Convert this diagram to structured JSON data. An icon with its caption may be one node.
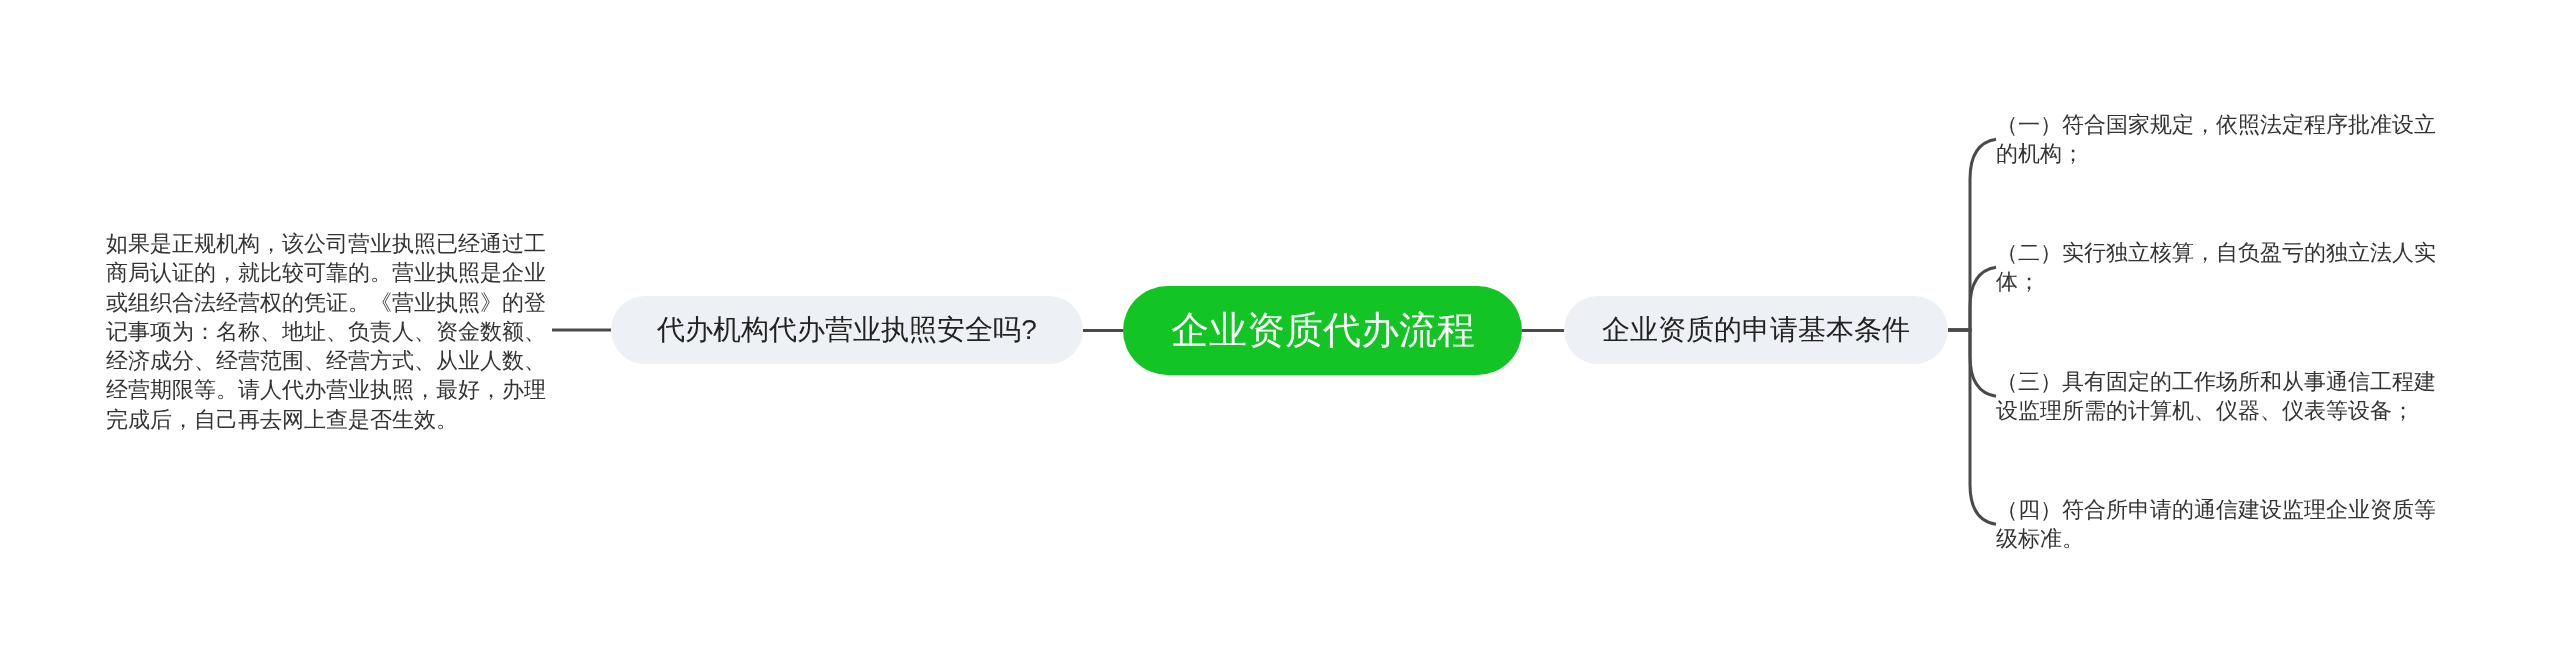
{
  "diagram": {
    "nodes": [
      {
        "text": [
          "企业资质代办流程"
        ]
      },
      {
        "text": [
          "代办机构代办营业执照安全吗?"
        ]
      },
      {
        "text": [
          "如果是正规机构，该公司营业执照已经通过工商局认证的，就比较可靠的。营业执照是企业或组织合法经营权的凭证。《营业执照》的登记事项为：名称、地址、负责人、资金数额、经济成分、经营范围、经营方式、从业人数、经营期限等。请人代办营业执照，最好，办理完成后，自己再去网上查是否生效。"
        ]
      },
      {
        "text": [
          "企业资质的申请基本条件"
        ]
      },
      {
        "text": [
          "（一）符合国家规定，依照法定程序批准设立的机构；"
        ]
      },
      {
        "text": [
          "（二）实行独立核算，自负盈亏的独立法人实体；"
        ]
      },
      {
        "text": [
          "（三）具有固定的工作场所和从事通信工程建设监理所需的计算机、仪器、仪表等设备；"
        ]
      },
      {
        "text": [
          "（四）符合所申请的通信建设监理企业资质等级标准。"
        ]
      }
    ],
    "edges": [
      {
        "from": 0,
        "to": 1,
        "arrow": "none"
      },
      {
        "from": 1,
        "to": 2,
        "arrow": "none"
      },
      {
        "from": 0,
        "to": 3,
        "arrow": "none"
      },
      {
        "from": 3,
        "to": 4,
        "arrow": "none"
      },
      {
        "from": 3,
        "to": 5,
        "arrow": "none"
      },
      {
        "from": 3,
        "to": 6,
        "arrow": "none"
      },
      {
        "from": 3,
        "to": 7,
        "arrow": "none"
      }
    ]
  }
}
